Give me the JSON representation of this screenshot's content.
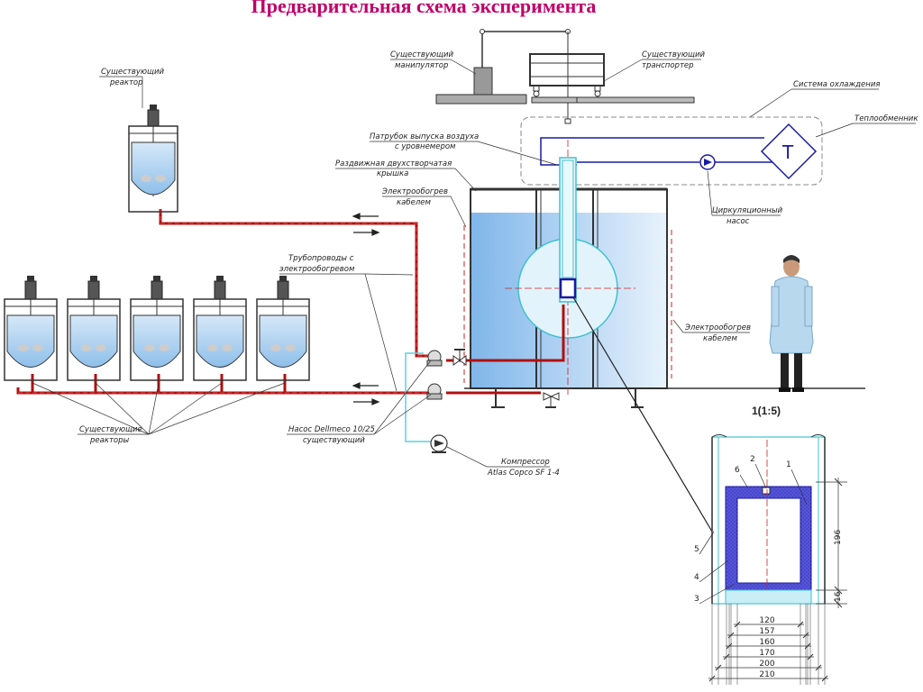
{
  "title": "Предварительная схема эксперимента",
  "labels": {
    "existing_reactor": [
      "Существующий",
      "реактор"
    ],
    "existing_manipulator": [
      "Существующий",
      "манипулятор"
    ],
    "existing_conveyor": [
      "Существующий",
      "транспортер"
    ],
    "cooling_system": "Система охлаждения",
    "heat_exchanger": "Теплообменник",
    "air_outlet": [
      "Патрубок выпуска воздуха",
      "с уровнемером"
    ],
    "sliding_lid": [
      "Раздвижная двухстворчатая",
      "крышка"
    ],
    "electric_heating_left": [
      "Электрообогрев",
      "кабелем"
    ],
    "circulation_pump": [
      "Циркуляционный",
      "насос"
    ],
    "pipelines": [
      "Трубопроводы с",
      "электрообогревом"
    ],
    "electric_heating_right": [
      "Электрообогрев",
      "кабелем"
    ],
    "existing_reactors": [
      "Существующие",
      "реакторы"
    ],
    "pump": [
      "Насос Dellmeco 10/25",
      "существующий"
    ],
    "compressor": [
      "Компрессор",
      "Atlas Copco SF 1-4"
    ],
    "detail_title": "1(1:5)"
  },
  "detail": {
    "callouts": [
      "1",
      "2",
      "3",
      "4",
      "5",
      "6"
    ],
    "dims_horizontal": [
      "120",
      "157",
      "160",
      "170",
      "200",
      "210"
    ],
    "dims_vertical": [
      "196",
      "16"
    ]
  },
  "colors": {
    "title": "#c0006a",
    "pipe_heated": "#b01010",
    "pipe_air": "#5bd0e0",
    "cooling_line": "#1a1aa0",
    "water": "#9cc8ee",
    "detail_fill": "#5050d0"
  }
}
